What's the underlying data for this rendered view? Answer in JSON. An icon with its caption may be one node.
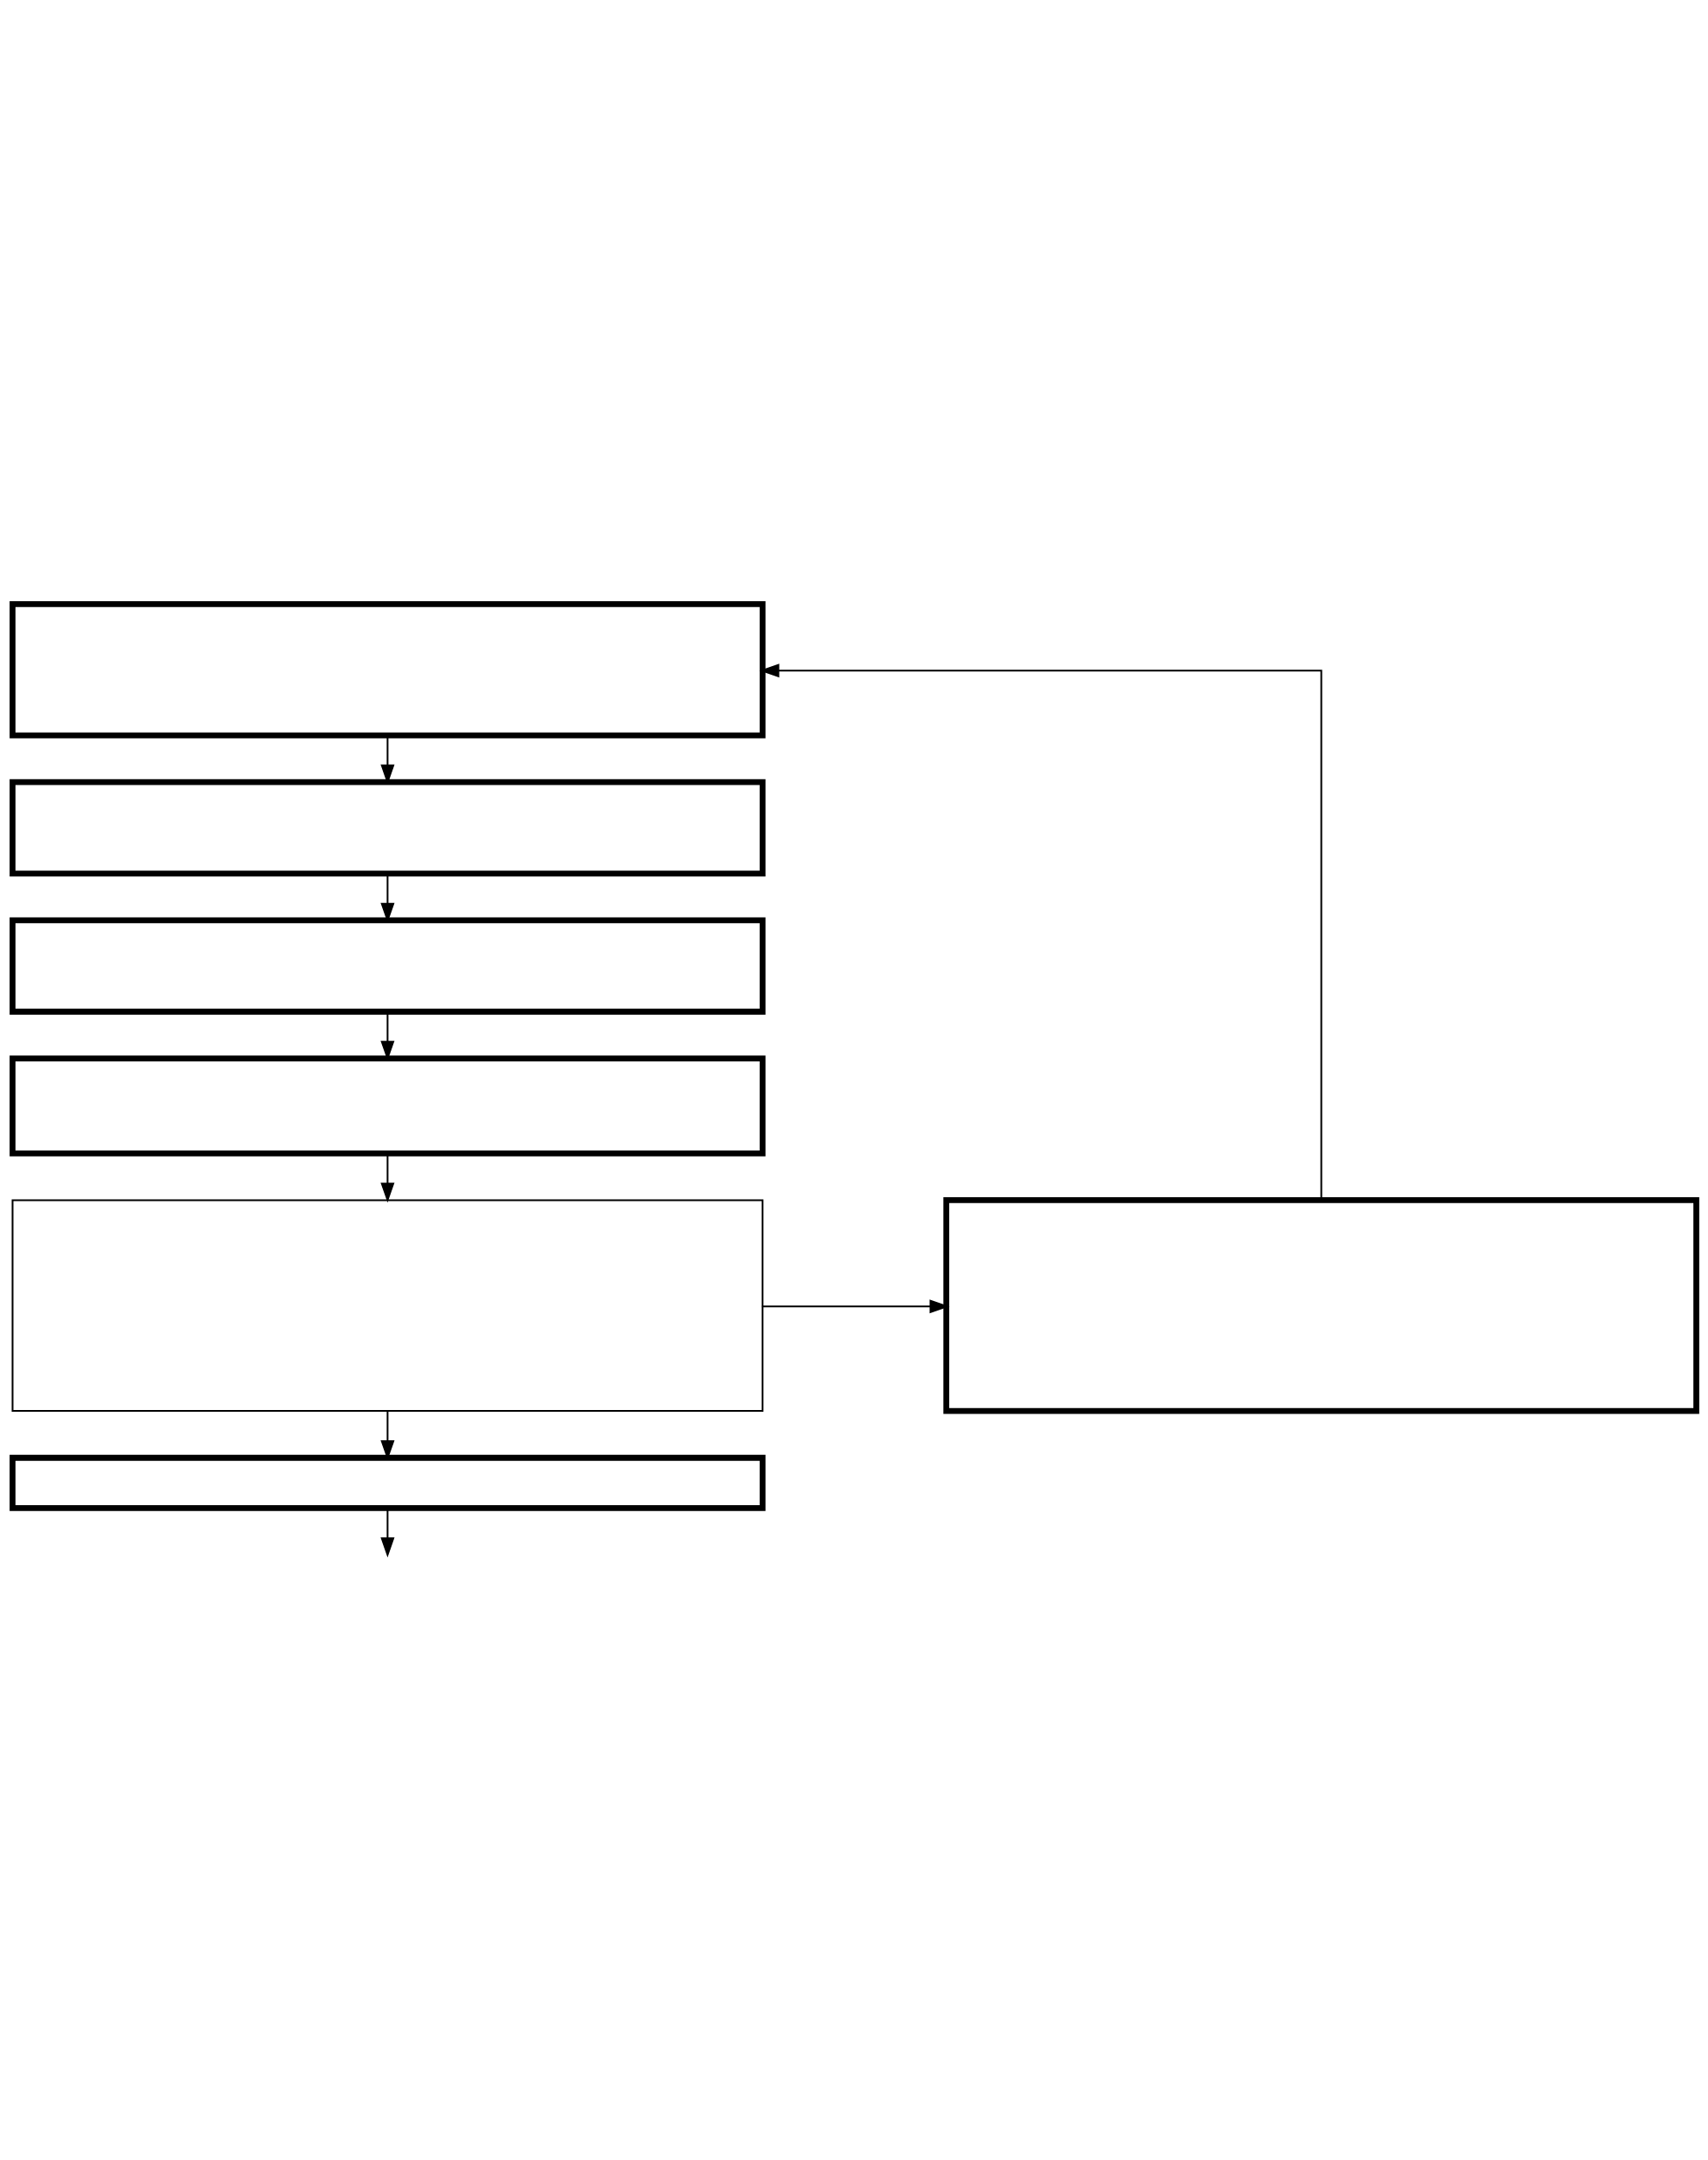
{
  "diagram": {
    "nodes": [
      {
        "text": [],
        "shape": "box"
      },
      {
        "text": [],
        "shape": "box"
      },
      {
        "text": [],
        "shape": "box"
      },
      {
        "text": [],
        "shape": "box"
      },
      {
        "text": [],
        "shape": "box"
      },
      {
        "text": [],
        "shape": "box"
      },
      {
        "text": [],
        "shape": "box"
      }
    ],
    "edges": [
      {
        "from": 0,
        "to": 1,
        "arrow": "to"
      },
      {
        "from": 1,
        "to": 2,
        "arrow": "to"
      },
      {
        "from": 2,
        "to": 3,
        "arrow": "to"
      },
      {
        "from": 3,
        "to": 4,
        "arrow": "to"
      },
      {
        "from": 4,
        "to": 5,
        "arrow": "to"
      },
      {
        "from": 5,
        "to": null,
        "arrow": "to"
      },
      {
        "from": 4,
        "to": 6,
        "arrow": "to"
      },
      {
        "from": 6,
        "to": 0,
        "arrow": "to"
      }
    ]
  }
}
